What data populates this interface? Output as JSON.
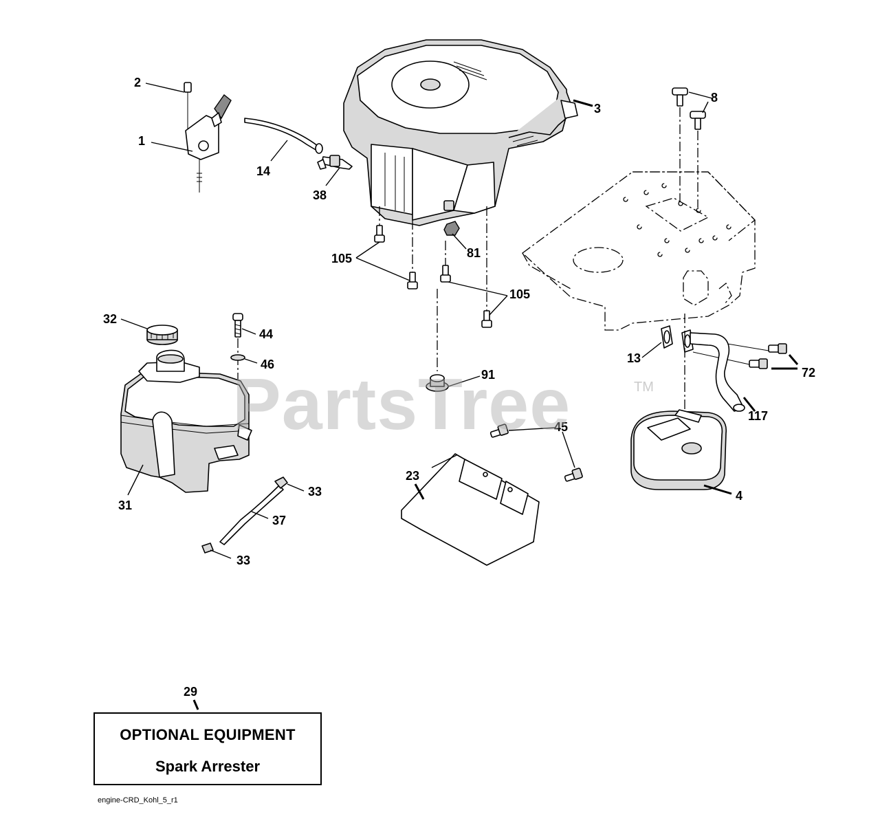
{
  "watermark": {
    "brand": "PartsTree",
    "trademark": "TM"
  },
  "callouts": [
    {
      "id": "c1",
      "label": "1"
    },
    {
      "id": "c2",
      "label": "2"
    },
    {
      "id": "c3",
      "label": "3"
    },
    {
      "id": "c4",
      "label": "4"
    },
    {
      "id": "c8",
      "label": "8"
    },
    {
      "id": "c13",
      "label": "13"
    },
    {
      "id": "c14",
      "label": "14"
    },
    {
      "id": "c23",
      "label": "23"
    },
    {
      "id": "c29",
      "label": "29"
    },
    {
      "id": "c31",
      "label": "31"
    },
    {
      "id": "c32",
      "label": "32"
    },
    {
      "id": "c33a",
      "label": "33"
    },
    {
      "id": "c33b",
      "label": "33"
    },
    {
      "id": "c37",
      "label": "37"
    },
    {
      "id": "c38",
      "label": "38"
    },
    {
      "id": "c44",
      "label": "44"
    },
    {
      "id": "c45",
      "label": "45"
    },
    {
      "id": "c46",
      "label": "46"
    },
    {
      "id": "c72",
      "label": "72"
    },
    {
      "id": "c81",
      "label": "81"
    },
    {
      "id": "c91",
      "label": "91"
    },
    {
      "id": "c105a",
      "label": "105"
    },
    {
      "id": "c105b",
      "label": "105"
    },
    {
      "id": "c117",
      "label": "117"
    }
  ],
  "optional_equipment": {
    "heading": "OPTIONAL EQUIPMENT",
    "item": "Spark Arrester"
  },
  "drawing_id": "engine-CRD_Kohl_5_r1"
}
